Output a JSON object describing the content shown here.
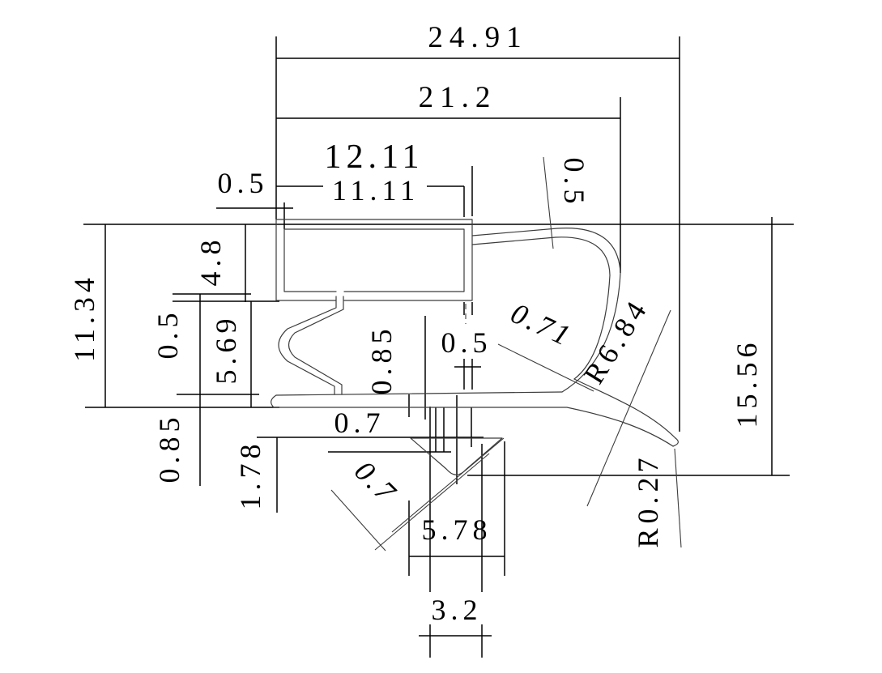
{
  "drawing": {
    "type": "cad-profile-section",
    "description": "2D dimensioned cross-section drawing of an extruded gasket profile",
    "line_color": "#000000",
    "profile_color": "#3c3c3c",
    "background": "#ffffff",
    "dims": {
      "overall_width": "24.91",
      "upper_width": "21.2",
      "box_outer_width": "12.11",
      "box_inner_width": "11.11",
      "top_wall": "0.5",
      "left_height": "11.34",
      "box_height": "4.8",
      "bottom_wall": "0.5",
      "bellows_height": "5.69",
      "foot_thickness": "0.85",
      "mid_rib_thickness": "0.85",
      "lip_drop": "1.78",
      "notch_width": "0.7",
      "center_gap": "0.5",
      "flap_thickness": "0.71",
      "flap_root_wall": "0.5",
      "bend_radius": "R6.84",
      "right_height": "15.56",
      "tip_radius": "R0.27",
      "dart_width": "5.78",
      "dart_wall": "0.7",
      "magnet_width": "3.2"
    }
  }
}
